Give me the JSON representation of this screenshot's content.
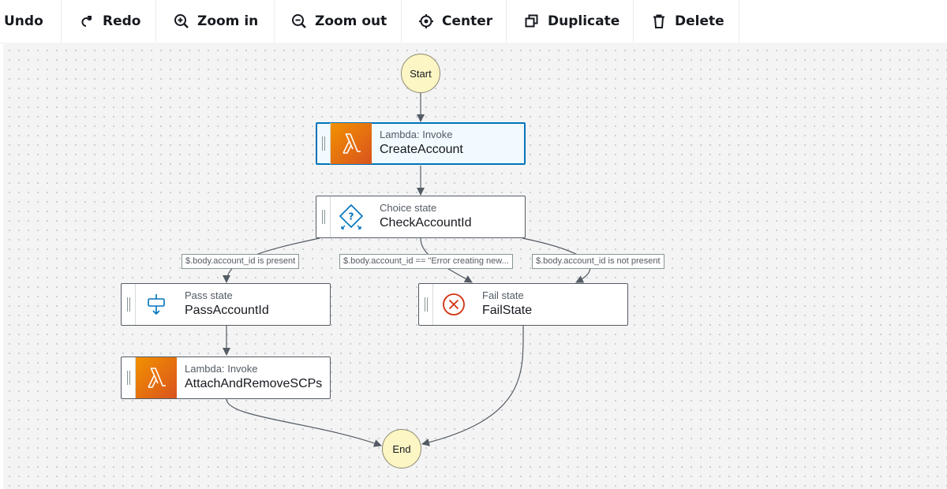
{
  "toolbar": {
    "undo": "Undo",
    "redo": "Redo",
    "zoom_in": "Zoom in",
    "zoom_out": "Zoom out",
    "center": "Center",
    "duplicate": "Duplicate",
    "delete": "Delete"
  },
  "states": {
    "start": {
      "label": "Start"
    },
    "create_account": {
      "type": "Lambda: Invoke",
      "name": "CreateAccount",
      "icon": "lambda-icon",
      "selected": true
    },
    "check_account_id": {
      "type": "Choice state",
      "name": "CheckAccountId",
      "icon": "choice-icon"
    },
    "pass_account_id": {
      "type": "Pass state",
      "name": "PassAccountId",
      "icon": "pass-icon"
    },
    "fail_state": {
      "type": "Fail state",
      "name": "FailState",
      "icon": "fail-icon"
    },
    "attach_scps": {
      "type": "Lambda: Invoke",
      "name": "AttachAndRemoveSCPs",
      "icon": "lambda-icon"
    },
    "end": {
      "label": "End"
    }
  },
  "choice_rules": {
    "present": "$.body.account_id is present",
    "error": "$.body.account_id == \"Error creating new...",
    "not_present": "$.body.account_id is not present"
  },
  "colors": {
    "lambda_orange": "#ed7100",
    "selected_border": "#0073bb",
    "terminal_fill": "#fcf5c4",
    "fail_red": "#d13212",
    "choice_blue": "#0073bb"
  }
}
